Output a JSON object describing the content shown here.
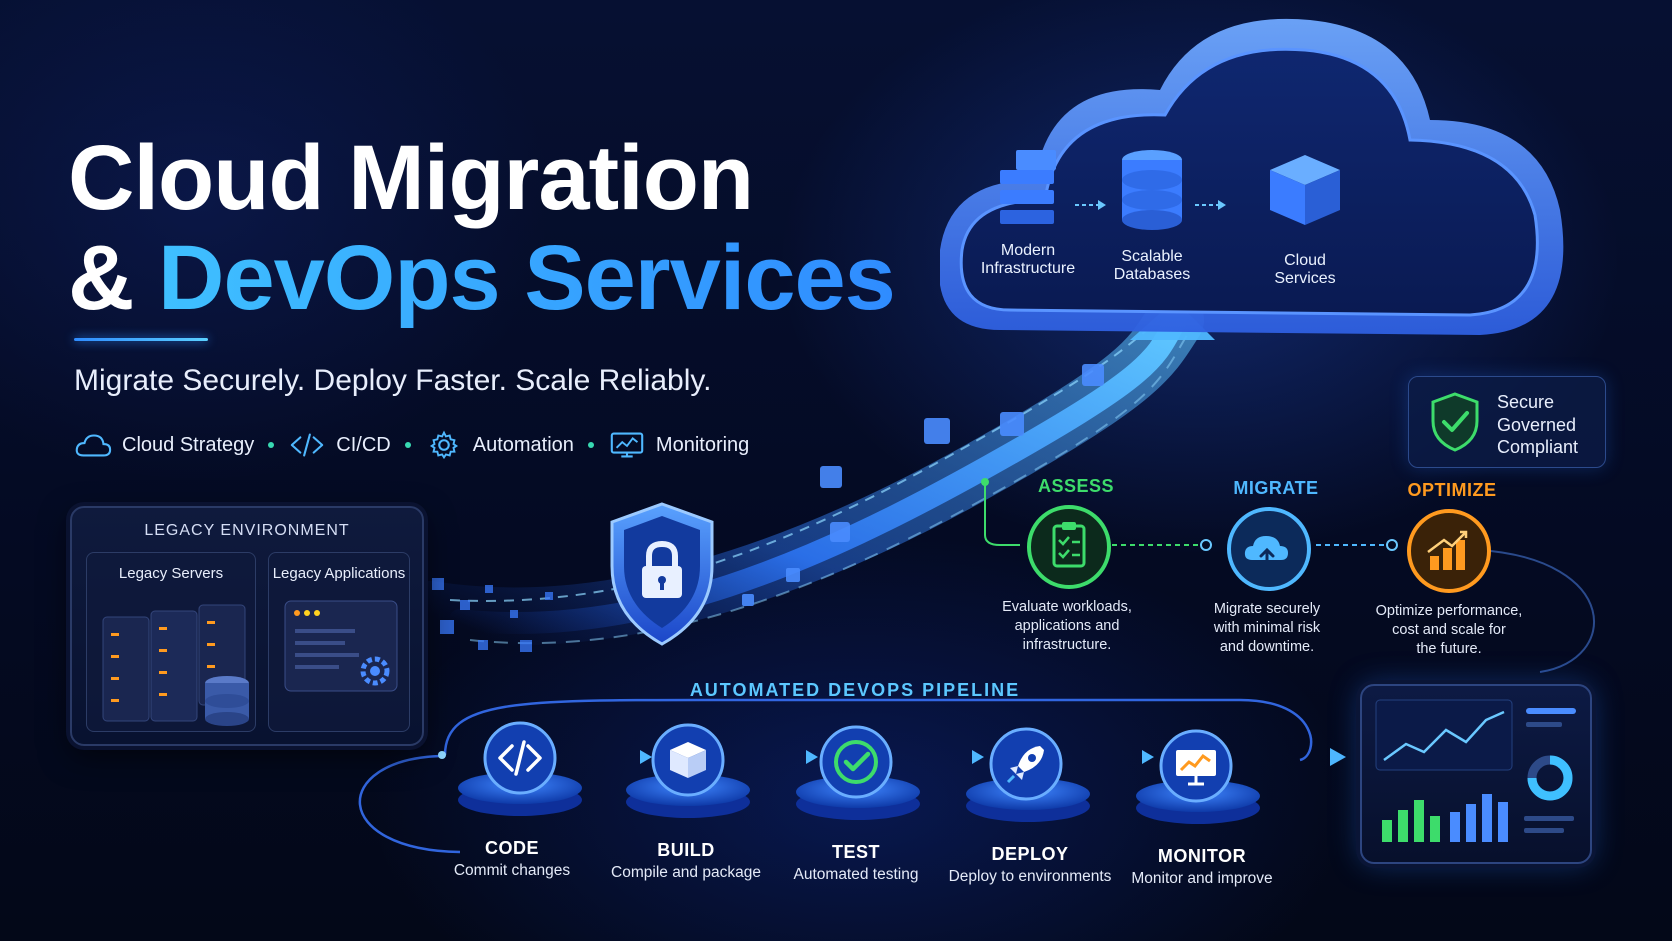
{
  "headline": {
    "line1": "Cloud Migration",
    "line2_amp": "&",
    "line2_highlight": "DevOps Services"
  },
  "tagline": "Migrate Securely. Deploy Faster. Scale Reliably.",
  "features": [
    {
      "label": "Cloud Strategy",
      "icon": "cloud-icon"
    },
    {
      "label": "CI/CD",
      "icon": "code-icon"
    },
    {
      "label": "Automation",
      "icon": "gear-icon"
    },
    {
      "label": "Monitoring",
      "icon": "monitor-chart-icon"
    }
  ],
  "cloud": {
    "items": [
      {
        "line1": "Modern",
        "line2": "Infrastructure",
        "icon": "server-stack-icon"
      },
      {
        "line1": "Scalable",
        "line2": "Databases",
        "icon": "database-icon"
      },
      {
        "line1": "Cloud",
        "line2": "Services",
        "icon": "cube-icon"
      }
    ]
  },
  "secure_badge": {
    "line1": "Secure",
    "line2": "Governed",
    "line3": "Compliant",
    "icon": "shield-check-icon"
  },
  "legacy": {
    "title": "LEGACY ENVIRONMENT",
    "servers_label": "Legacy Servers",
    "apps_label": "Legacy Applications"
  },
  "phases": [
    {
      "title": "ASSESS",
      "desc1": "Evaluate workloads,",
      "desc2": "applications and",
      "desc3": "infrastructure.",
      "color": "#3ddc6b",
      "icon": "clipboard-check-icon"
    },
    {
      "title": "MIGRATE",
      "desc1": "Migrate securely",
      "desc2": "with minimal risk",
      "desc3": "and downtime.",
      "color": "#4fb8ff",
      "icon": "cloud-upload-icon"
    },
    {
      "title": "OPTIMIZE",
      "desc1": "Optimize performance,",
      "desc2": "cost and scale for",
      "desc3": "the future.",
      "color": "#ff9a1f",
      "icon": "bar-chart-up-icon"
    }
  ],
  "pipeline": {
    "title": "AUTOMATED DEVOPS PIPELINE",
    "stages": [
      {
        "name": "CODE",
        "desc": "Commit changes",
        "icon": "code-icon"
      },
      {
        "name": "BUILD",
        "desc": "Compile and package",
        "icon": "package-icon"
      },
      {
        "name": "TEST",
        "desc": "Automated testing",
        "icon": "check-circle-icon"
      },
      {
        "name": "DEPLOY",
        "desc": "Deploy to environments",
        "icon": "rocket-icon"
      },
      {
        "name": "MONITOR",
        "desc": "Monitor and improve",
        "icon": "monitor-chart-icon"
      }
    ]
  },
  "colors": {
    "accent_blue": "#2f8cff",
    "accent_cyan": "#3fc0ff",
    "assess_green": "#3ddc6b",
    "optimize_orange": "#ff9a1f",
    "background": "#050b24"
  }
}
